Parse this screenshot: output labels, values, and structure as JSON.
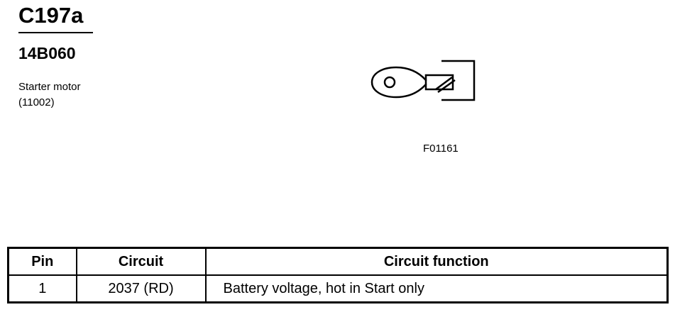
{
  "connector": {
    "id": "C197a",
    "part_number": "14B060",
    "component_name": "Starter motor",
    "component_code": "(11002)"
  },
  "figure": {
    "icon": "ring-terminal-icon",
    "id": "F01161"
  },
  "table": {
    "headers": [
      "Pin",
      "Circuit",
      "Circuit function"
    ],
    "rows": [
      {
        "pin": "1",
        "circuit": "2037 (RD)",
        "function": "Battery voltage, hot in Start only"
      }
    ]
  }
}
